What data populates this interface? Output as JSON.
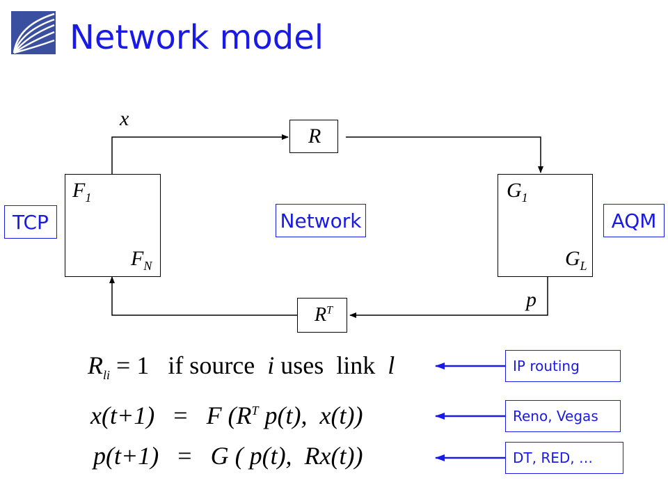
{
  "slide": {
    "title": "Network model"
  },
  "diagram": {
    "x_label": "x",
    "p_label": "p",
    "R_label": "R",
    "RT_base": "R",
    "RT_sup": "T",
    "F1_base": "F",
    "F1_sub": "1",
    "FN_base": "F",
    "FN_sub": "N",
    "G1_base": "G",
    "G1_sub": "1",
    "GL_base": "G",
    "GL_sub": "L",
    "tcp_label": "TCP",
    "network_label": "Network",
    "aqm_label": "AQM"
  },
  "equations": {
    "eq1": {
      "lhs": "R",
      "lhs_sub": "li",
      "rest": "= 1   if source",
      "i": "i",
      "uses": "uses  link",
      "l": "l"
    },
    "eq2": {
      "text_a": "x(t+1)",
      "eq": "=",
      "text_b": "F (R",
      "sup": "T",
      "text_c": " p(t),  x(t))"
    },
    "eq3": {
      "text_a": "p(t+1)",
      "eq": "=",
      "text_b": "G ( p(t),  Rx(t))"
    }
  },
  "annotations": {
    "ip_routing": "IP routing",
    "reno_vegas": "Reno, Vegas",
    "dt_red": "DT, RED, …"
  },
  "colors": {
    "accent": "#1a1ae6",
    "line": "#000000"
  }
}
